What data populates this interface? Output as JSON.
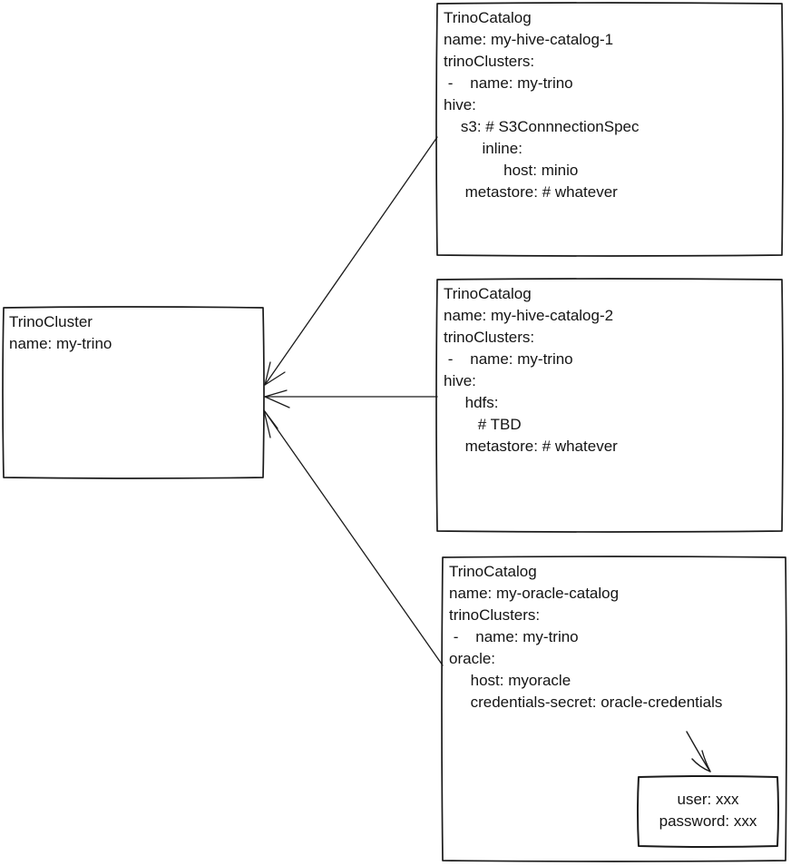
{
  "colors": {
    "ink": "#1b1b1b",
    "background": "#ffffff"
  },
  "boxes": {
    "cluster": {
      "title": "TrinoCluster",
      "lines": [
        "TrinoCluster",
        "name: my-trino"
      ]
    },
    "catalog1": {
      "title": "TrinoCatalog",
      "lines": [
        "TrinoCatalog",
        "name: my-hive-catalog-1",
        "trinoClusters:",
        " -    name: my-trino",
        "hive:",
        "    s3: # S3ConnnectionSpec",
        "         inline:",
        "              host: minio",
        "     metastore: # whatever"
      ]
    },
    "catalog2": {
      "title": "TrinoCatalog",
      "lines": [
        "TrinoCatalog",
        "name: my-hive-catalog-2",
        "trinoClusters:",
        " -    name: my-trino",
        "hive:",
        "     hdfs:",
        "        # TBD",
        "     metastore: # whatever"
      ]
    },
    "catalog3": {
      "title": "TrinoCatalog",
      "lines": [
        "TrinoCatalog",
        "name: my-oracle-catalog",
        "trinoClusters:",
        " -    name: my-trino",
        "oracle:",
        "     host: myoracle",
        "     credentials-secret: oracle-credentials"
      ]
    },
    "secret": {
      "lines": [
        "user: xxx",
        "password: xxx"
      ]
    }
  },
  "connectors": [
    {
      "from": "trino-catalog-1-box",
      "to": "trino-cluster-box"
    },
    {
      "from": "trino-catalog-2-box",
      "to": "trino-cluster-box"
    },
    {
      "from": "trino-catalog-3-box",
      "to": "trino-cluster-box"
    },
    {
      "from": "credentials-secret-line",
      "to": "secret-box"
    }
  ]
}
